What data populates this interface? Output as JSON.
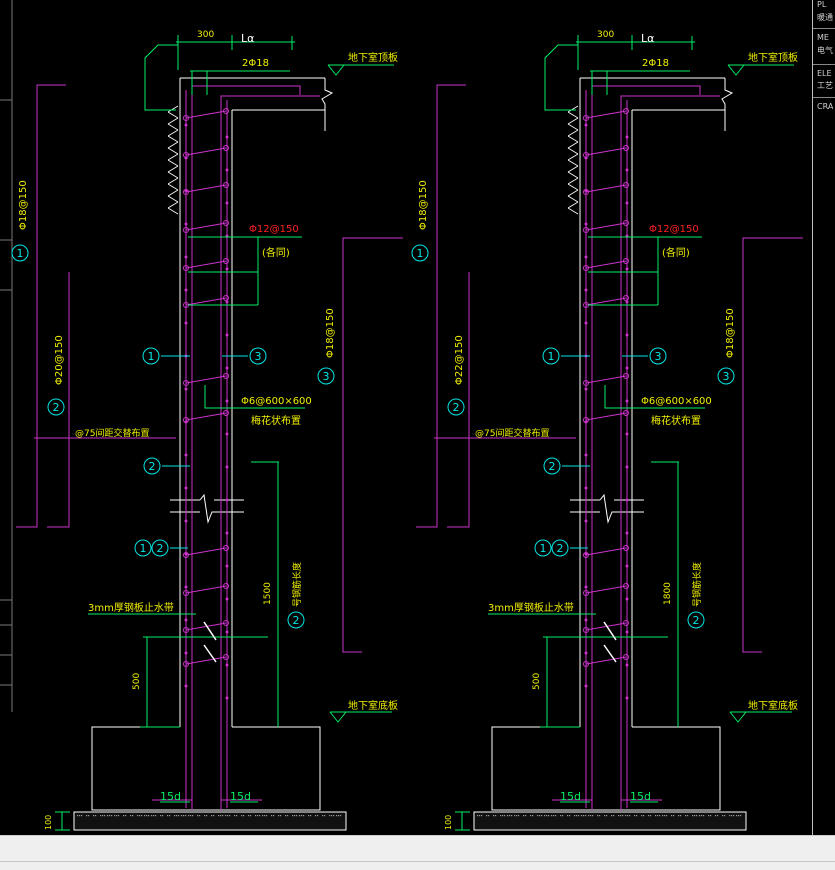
{
  "sidebar_items": [
    "PL",
    "暖通",
    "ME",
    "电气",
    "ELE",
    "工艺",
    "CRA"
  ],
  "colors": {
    "background": "#000000",
    "wall": "#ffffff",
    "rebar": "#cc33cc",
    "dimension": "#00ee66",
    "callout": "#00e5e5",
    "accent_label": "#ff2020",
    "label": "#f0f000"
  },
  "details": [
    {
      "top_dim": "300",
      "lap_label": "Lα",
      "top_bar": "2Φ18",
      "roof_label": "地下室顶板",
      "horiz_spec": "Φ12@150",
      "horiz_note": "(各同)",
      "tie_spec": "Φ6@600×600",
      "tie_note": "梅花状布置",
      "left_vert_spec": "Φ18@150",
      "left_vert_num": "1",
      "mid_vert_spec": "Φ20@150",
      "mid_vert_num": "2",
      "right_vert_spec": "Φ18@150",
      "right_vert_num": "3",
      "stagger_note": "@75间距交替布置",
      "callout_1": "1",
      "callout_3": "3",
      "callout_2": "2",
      "callout_12a": "1",
      "callout_12b": "2",
      "waterstop": "3mm厚钢板止水带",
      "height_dim": "1500",
      "inner_num": "2",
      "inner_label": "号钢筋长度",
      "dim_500": "500",
      "base_label": "地下室底板",
      "anchor_left": "15d",
      "anchor_right": "15d",
      "dim_100": "100"
    },
    {
      "top_dim": "300",
      "lap_label": "Lα",
      "top_bar": "2Φ18",
      "roof_label": "地下室顶板",
      "horiz_spec": "Φ12@150",
      "horiz_note": "(各同)",
      "tie_spec": "Φ6@600×600",
      "tie_note": "梅花状布置",
      "left_vert_spec": "Φ18@150",
      "left_vert_num": "1",
      "mid_vert_spec": "Φ22@150",
      "mid_vert_num": "2",
      "right_vert_spec": "Φ18@150",
      "right_vert_num": "3",
      "stagger_note": "@75间距交替布置",
      "callout_1": "1",
      "callout_3": "3",
      "callout_2": "2",
      "callout_12a": "1",
      "callout_12b": "2",
      "waterstop": "3mm厚钢板止水带",
      "height_dim": "1800",
      "inner_num": "2",
      "inner_label": "号钢筋长度",
      "dim_500": "500",
      "base_label": "地下室底板",
      "anchor_left": "15d",
      "anchor_right": "15d",
      "dim_100": "100"
    }
  ]
}
